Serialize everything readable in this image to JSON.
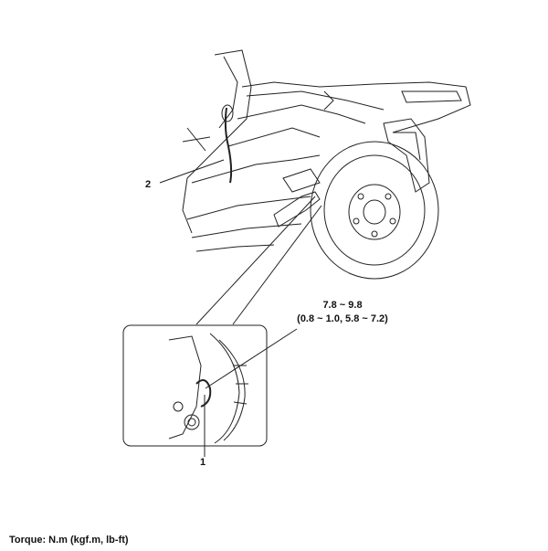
{
  "callouts": {
    "part1": "1",
    "part2": "2"
  },
  "torque": {
    "value": "7.8 ~ 9.8",
    "alt": "(0.8 ~ 1.0, 5.8 ~ 7.2)"
  },
  "footer": {
    "units": "Torque: N.m (kgf.m, lb-ft)"
  }
}
